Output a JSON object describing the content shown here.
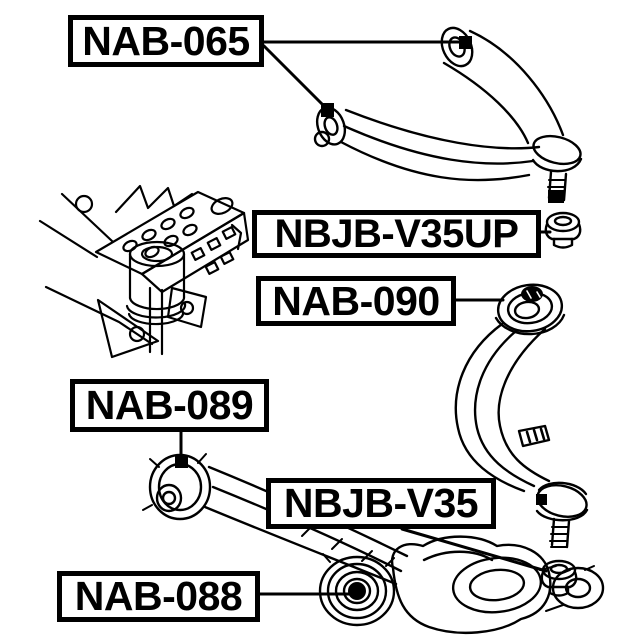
{
  "diagram_title": "suspension-arm-parts-diagram",
  "colors": {
    "background": "#ffffff",
    "line": "#000000",
    "label_text": "#000000"
  },
  "labels": {
    "nab065": "NAB-065",
    "nbjbv35up": "NBJB-V35UP",
    "nab090": "NAB-090",
    "nab089": "NAB-089",
    "nbjbv35": "NBJB-V35",
    "nab088": "NAB-088"
  },
  "figures": {
    "upper_control_arm": "upper-control-arm-figure",
    "subframe": "subframe-crossmember-figure",
    "rear_curved_arm": "curved-lower-arm-figure",
    "front_lower_arm": "front-lower-arm-figure",
    "boot_top": "ball-joint-boot-icon",
    "boot_bottom": "ball-joint-boot-icon"
  }
}
